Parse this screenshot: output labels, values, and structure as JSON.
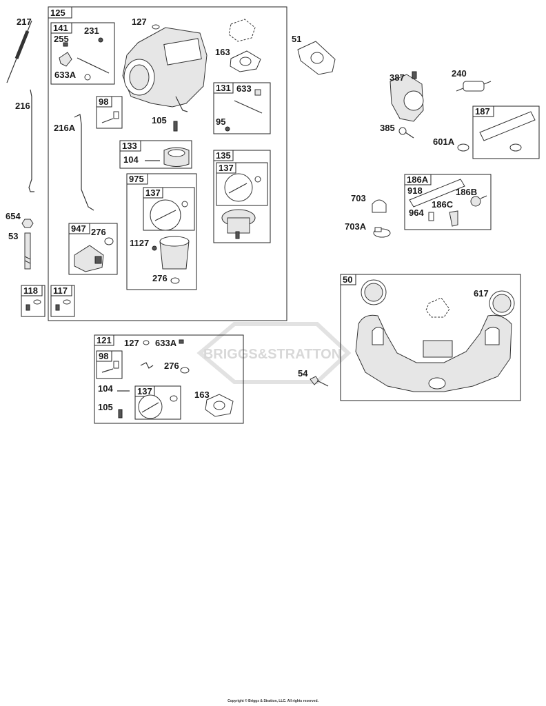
{
  "parts": {
    "p217": "217",
    "p216": "216",
    "p216A": "216A",
    "p654": "654",
    "p53": "53",
    "p118": "118",
    "p117": "117",
    "p125": "125",
    "p141": "141",
    "p255": "255",
    "p231": "231",
    "p633A": "633A",
    "p127": "127",
    "p163": "163",
    "p131": "131",
    "p633": "633",
    "p95": "95",
    "p98": "98",
    "p105": "105",
    "p133": "133",
    "p104": "104",
    "p135": "135",
    "p137": "137",
    "p975": "975",
    "p1127": "1127",
    "p276": "276",
    "p947": "947",
    "p51": "51",
    "p387": "387",
    "p240": "240",
    "p385": "385",
    "p187": "187",
    "p601A": "601A",
    "p186A": "186A",
    "p918": "918",
    "p186B": "186B",
    "p186C": "186C",
    "p964": "964",
    "p703": "703",
    "p703A": "703A",
    "p50": "50",
    "p617": "617",
    "p54": "54",
    "p121": "121"
  },
  "watermark": "BRIGGS&STRATTON",
  "copyright": "Copyright © Briggs & Stratton, LLC. All rights reserved."
}
